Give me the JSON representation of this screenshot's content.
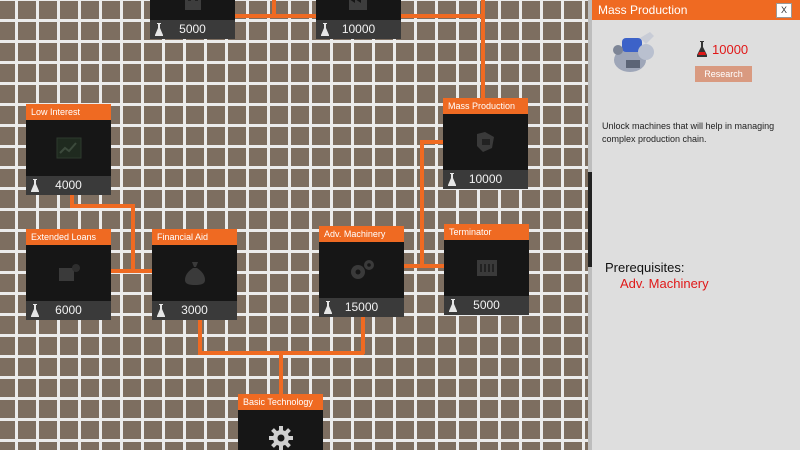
{
  "nodes": {
    "top_left": {
      "cost": "5000",
      "icon": "building-icon"
    },
    "top_mid": {
      "cost": "10000",
      "icon": "factory-icon"
    },
    "low_interest": {
      "title": "Low Interest",
      "cost": "4000",
      "icon": "chart-icon"
    },
    "mass_production": {
      "title": "Mass Production",
      "cost": "10000",
      "icon": "machine-icon"
    },
    "extended_loans": {
      "title": "Extended Loans",
      "cost": "6000",
      "icon": "wallet-icon"
    },
    "financial_aid": {
      "title": "Financial Aid",
      "cost": "3000",
      "icon": "money-bag-icon"
    },
    "adv_machinery": {
      "title": "Adv. Machinery",
      "cost": "15000",
      "icon": "gears-icon"
    },
    "terminator": {
      "title": "Terminator",
      "cost": "5000",
      "icon": "robot-icon"
    },
    "basic_technology": {
      "title": "Basic Technology",
      "icon": "gear-icon"
    }
  },
  "panel": {
    "title": "Mass Production",
    "close_label": "X",
    "cost": "10000",
    "research_label": "Research",
    "description": "Unlock machines that will help in managing complex production chain.",
    "prereq_heading": "Prerequisites:",
    "prereq_item": "Adv. Machinery",
    "icon": "robot-arm-icon"
  },
  "colors": {
    "accent": "#ef6a22",
    "prereq": "#e01818",
    "button": "#d99a80"
  }
}
